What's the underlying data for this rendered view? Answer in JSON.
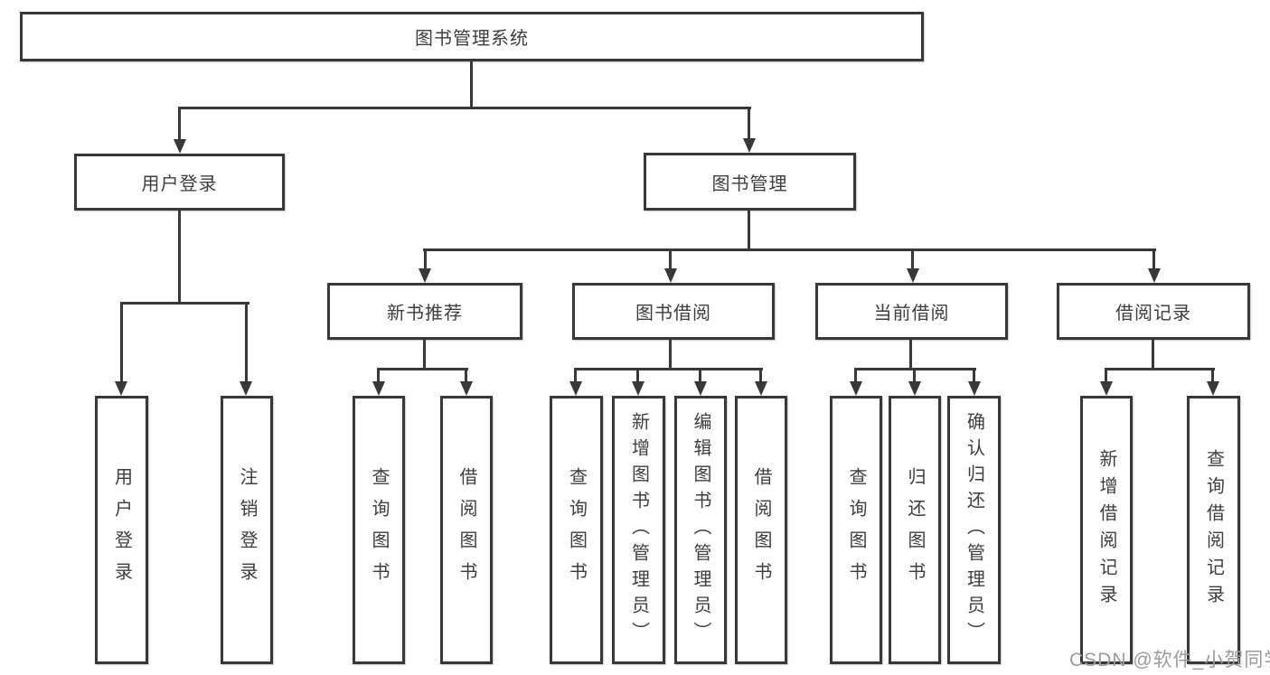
{
  "tree": {
    "root": {
      "label": "图书管理系统"
    },
    "branches": [
      {
        "label": "用户登录",
        "children": [
          {
            "label": "用户登录"
          },
          {
            "label": "注销登录"
          }
        ]
      },
      {
        "label": "图书管理",
        "groups": [
          {
            "label": "新书推荐",
            "children": [
              {
                "label": "查询图书"
              },
              {
                "label": "借阅图书"
              }
            ]
          },
          {
            "label": "图书借阅",
            "children": [
              {
                "label": "查询图书"
              },
              {
                "label": "新增图书（管理员）"
              },
              {
                "label": "编辑图书（管理员）"
              },
              {
                "label": "借阅图书"
              }
            ]
          },
          {
            "label": "当前借阅",
            "children": [
              {
                "label": "查询图书"
              },
              {
                "label": "归还图书"
              },
              {
                "label": "确认归还（管理员）"
              }
            ]
          },
          {
            "label": "借阅记录",
            "children": [
              {
                "label": "新增借阅记录"
              },
              {
                "label": "查询借阅记录"
              }
            ]
          }
        ]
      }
    ]
  },
  "watermark": {
    "text": "CSDN @软件_小贺同学"
  },
  "colors": {
    "line": "#383838",
    "box_border": "#383838",
    "text": "#3d3d42",
    "background": "#ffffff",
    "watermark": "#9b9b9b"
  }
}
